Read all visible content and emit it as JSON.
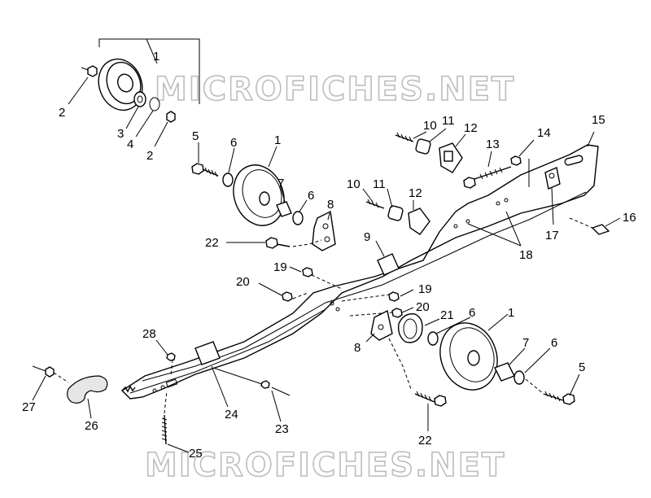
{
  "watermark": {
    "top_text": "MICROFICHES.NET",
    "bottom_text": "MICROFICHES.NET"
  },
  "callouts": {
    "c1_group": "1",
    "c2_upper": "2",
    "c2_lower": "2",
    "c3": "3",
    "c4": "4",
    "c5_upper": "5",
    "c6_upper": "6",
    "c1_mid": "1",
    "c7_upper": "7",
    "c6_mid": "6",
    "c8_upper": "8",
    "c10_top": "10",
    "c11_top": "11",
    "c12_top": "12",
    "c13": "13",
    "c14": "14",
    "c15": "15",
    "c10_mid": "10",
    "c11_mid": "11",
    "c12_mid": "12",
    "c16": "16",
    "c17": "17",
    "c18": "18",
    "c22_upper": "22",
    "c9": "9",
    "c19_left": "19",
    "c20_left": "20",
    "c19_right": "19",
    "c20_right": "20",
    "c21": "21",
    "c6_lower": "6",
    "c1_lower": "1",
    "c28": "28",
    "c8_lower": "8",
    "c7_lower": "7",
    "c6_right": "6",
    "c5_lower": "5",
    "c27": "27",
    "c26": "26",
    "c24": "24",
    "c23": "23",
    "c22_lower": "22",
    "c25": "25"
  }
}
